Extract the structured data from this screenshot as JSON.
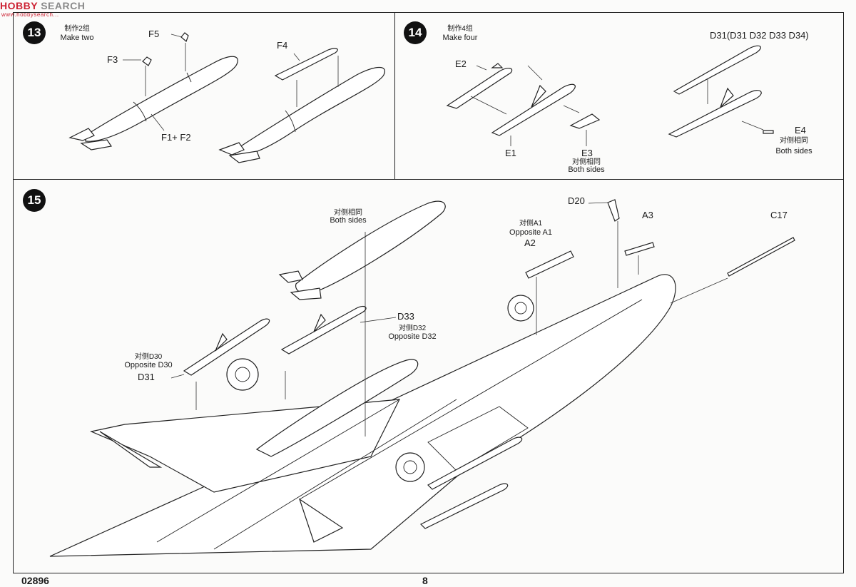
{
  "watermark": {
    "prefix": "HOBBY",
    "name": "SEARCH",
    "sub": "www.hobbysearch..."
  },
  "steps": [
    {
      "number": "13",
      "note_cn": "制作2组",
      "note_en": "Make two"
    },
    {
      "number": "14",
      "note_cn": "制作4组",
      "note_en": "Make four"
    },
    {
      "number": "15"
    }
  ],
  "step13_labels": {
    "f5": "F5",
    "f3": "F3",
    "f4": "F4",
    "f1f2": "F1+ F2"
  },
  "step14_labels": {
    "e2": "E2",
    "e1": "E1",
    "e3": "E3",
    "e3_note_cn": "对侧相同",
    "e3_note_en": "Both sides",
    "d31": "D31(D31 D32 D33 D34)",
    "e4": "E4",
    "e4_note_cn": "对侧相同",
    "e4_note_en": "Both sides"
  },
  "step15_labels": {
    "tank_note_cn": "对侧相同",
    "tank_note_en": "Both sides",
    "d33": "D33",
    "d33_note_cn": "对侧D32",
    "d33_note_en": "Opposite D32",
    "d31_note_cn": "对侧D30",
    "d31_note_en": "Opposite D30",
    "d31": "D31",
    "a2_note_cn": "对侧A1",
    "a2_note_en": "Opposite A1",
    "a2": "A2",
    "d20": "D20",
    "a3": "A3",
    "c17": "C17"
  },
  "footer": {
    "code": "02896",
    "page": "8"
  }
}
